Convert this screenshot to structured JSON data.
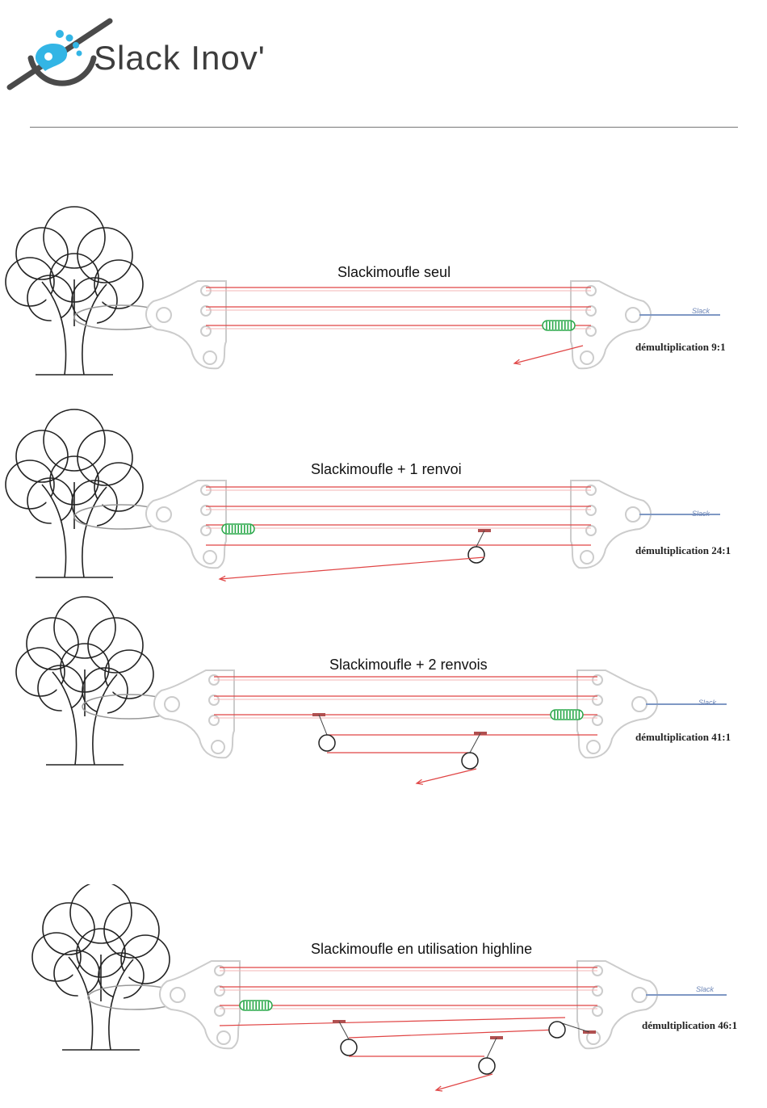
{
  "brand": {
    "name": "Slack Inov'",
    "primary_color": "#33b5e5",
    "text_color": "#3d3d3d"
  },
  "colors": {
    "rope": "#e04545",
    "tree": "#222222",
    "pulley": "#cccccc",
    "brake": "#2aa84a",
    "slackline": "#7f98c4"
  },
  "slack_label": "Slack",
  "panels": [
    {
      "title": "Slackimoufle seul",
      "ratio": "démultiplication 9:1",
      "redirects": 0
    },
    {
      "title": "Slackimoufle + 1 renvoi",
      "ratio": "démultiplication 24:1",
      "redirects": 1
    },
    {
      "title": "Slackimoufle + 2 renvois",
      "ratio": "démultiplication 41:1",
      "redirects": 2
    },
    {
      "title": "Slackimoufle en utilisation highline",
      "ratio": "démultiplication 46:1",
      "redirects": 3
    }
  ]
}
